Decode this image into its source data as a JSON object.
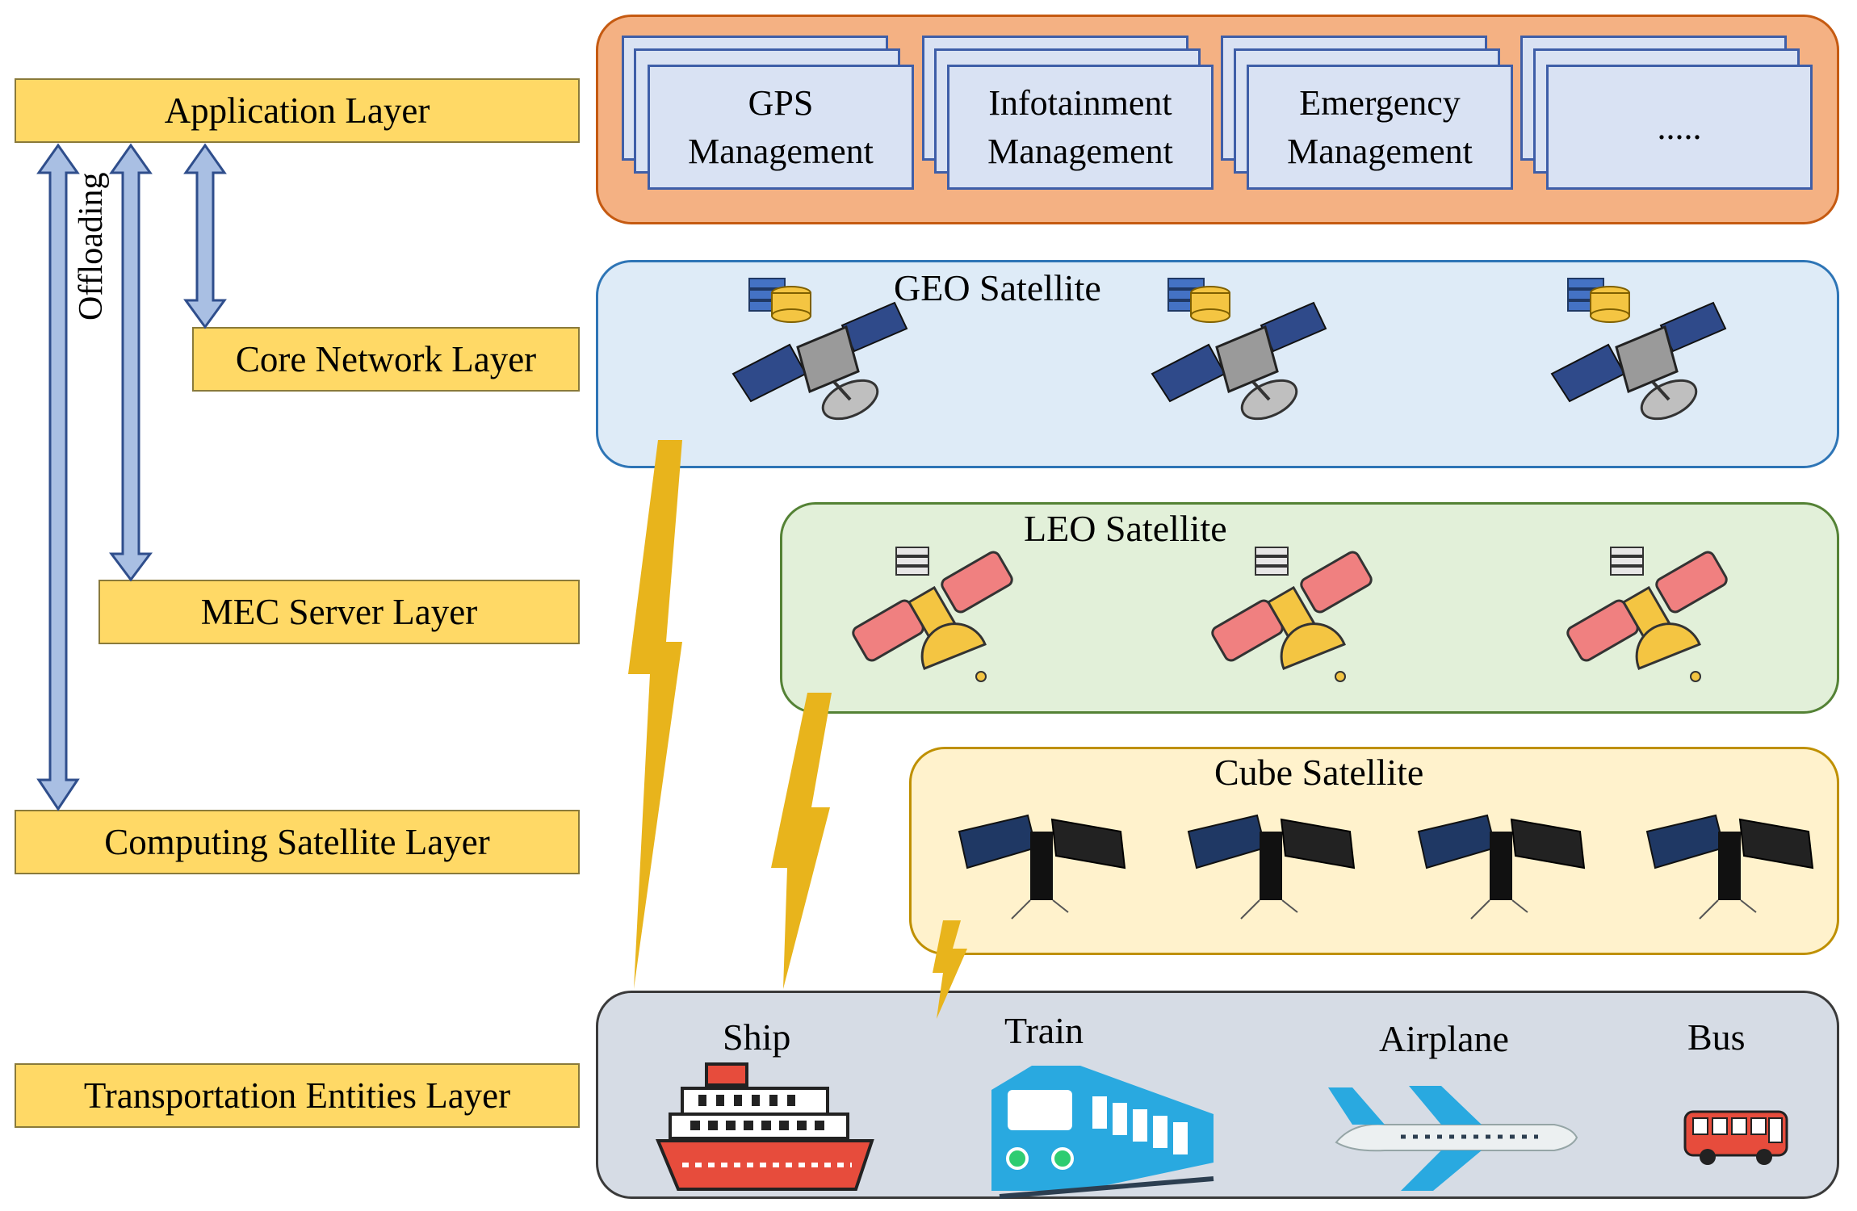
{
  "layers": {
    "application": "Application Layer",
    "core_network": "Core Network Layer",
    "mec_server": "MEC Server Layer",
    "computing_satellite": "Computing Satellite Layer",
    "transportation_entities": "Transportation Entities Layer"
  },
  "offloading_label": "Offloading",
  "applications": [
    "GPS\nManagement",
    "Infotainment\nManagement",
    "Emergency\nManagement",
    "....."
  ],
  "geo_title": "GEO Satellite",
  "leo_title": "LEO Satellite",
  "cube_title": "Cube Satellite",
  "entities": {
    "ship": "Ship",
    "train": "Train",
    "airplane": "Airplane",
    "bus": "Bus"
  },
  "colors": {
    "layer_fill": "#FFD966",
    "app_panel": "#F4B183",
    "geo_panel": "#DEEBF7",
    "leo_panel": "#E2F0D9",
    "cube_panel": "#FFF2CC",
    "transport_panel": "#D6DCE5",
    "lightning": "#E8B41C",
    "arrow": "#A9BFE3"
  }
}
